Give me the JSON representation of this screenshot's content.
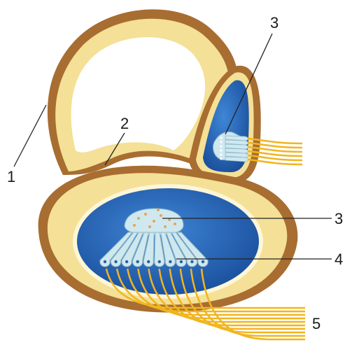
{
  "labels": {
    "l1": "1",
    "l2": "2",
    "l3_top": "3",
    "l3_mid": "3",
    "l4": "4",
    "l5": "5"
  },
  "colors": {
    "wall_outer": "#a46a2e",
    "wall_inner": "#f6e7a3",
    "fluid_blue": "#1f5fb5",
    "fluid_blue_light": "#3f86d6",
    "hair_cell": "#cfe8ef",
    "nerve": "#f1b51f",
    "leader": "#222222"
  }
}
